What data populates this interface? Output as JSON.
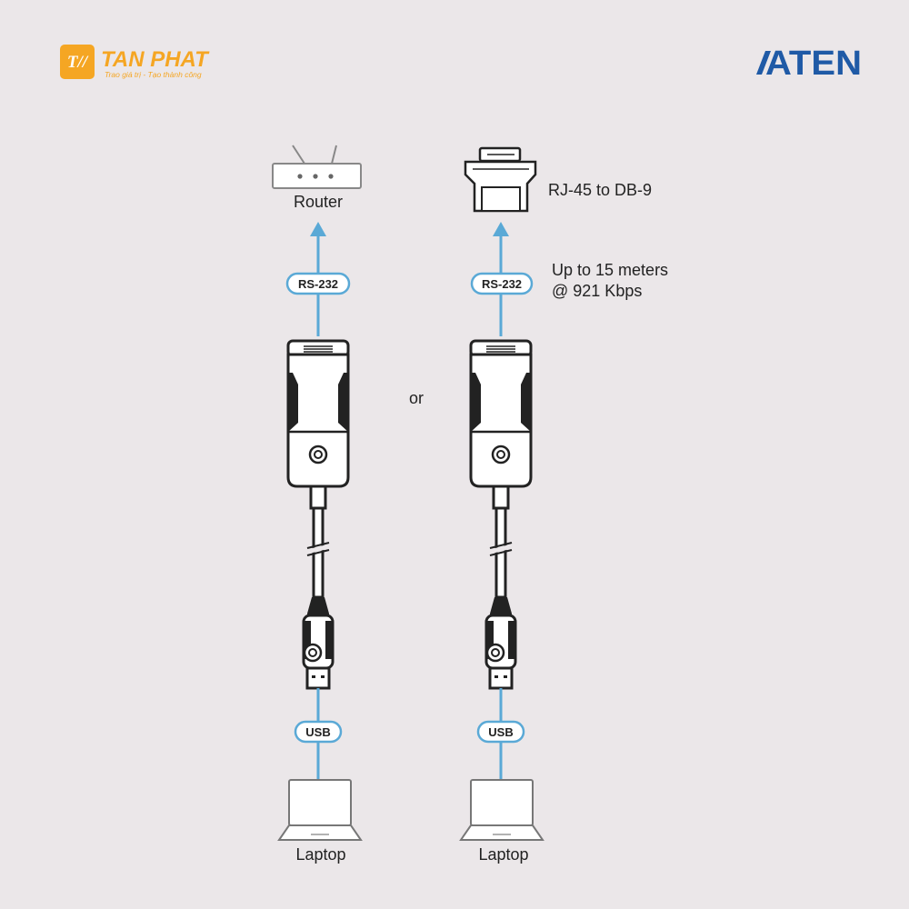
{
  "brand_left": {
    "name": "TAN PHAT",
    "tagline": "Trao giá trị - Tạo thành công",
    "color": "#f5a623"
  },
  "brand_right": {
    "name": "ATEN",
    "color": "#1f5aa6"
  },
  "accent_color": "#5aa9d6",
  "connector_word": "or",
  "left_column": {
    "device_label": "Router",
    "device_icon": "router-icon",
    "link_label": "RS-232",
    "usb_label": "USB",
    "host_label": "Laptop",
    "host_icon": "laptop-icon"
  },
  "right_column": {
    "device_label": "RJ-45 to DB-9",
    "device_icon": "db9-adapter-icon",
    "link_label": "RS-232",
    "note_line1": "Up to 15 meters",
    "note_line2": "@ 921 Kbps",
    "usb_label": "USB",
    "host_label": "Laptop",
    "host_icon": "laptop-icon"
  }
}
